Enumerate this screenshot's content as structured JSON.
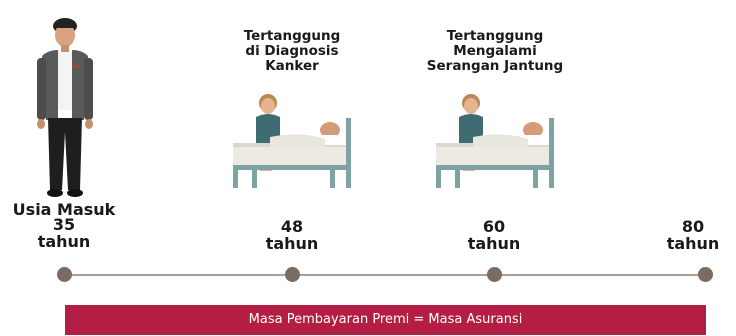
{
  "events": [
    {
      "title_lines": [
        "Tertanggung",
        "di Diagnosis",
        "Kanker"
      ]
    },
    {
      "title_lines": [
        "Tertanggung",
        "Mengalami",
        "Serangan Jantung"
      ]
    }
  ],
  "ages": [
    {
      "label": "Usia Masuk",
      "value": "35",
      "unit": "tahun"
    },
    {
      "value": "48",
      "unit": "tahun"
    },
    {
      "value": "60",
      "unit": "tahun"
    },
    {
      "value": "80",
      "unit": "tahun"
    }
  ],
  "banner": {
    "text": "Masa Pembayaran Premi =  Masa Asuransi"
  },
  "colors": {
    "banner": "#b51e43",
    "dot": "#7b6c63",
    "line": "#a99f9a",
    "bed": "#7fa3a2",
    "jacket": "#5a5a5a"
  }
}
